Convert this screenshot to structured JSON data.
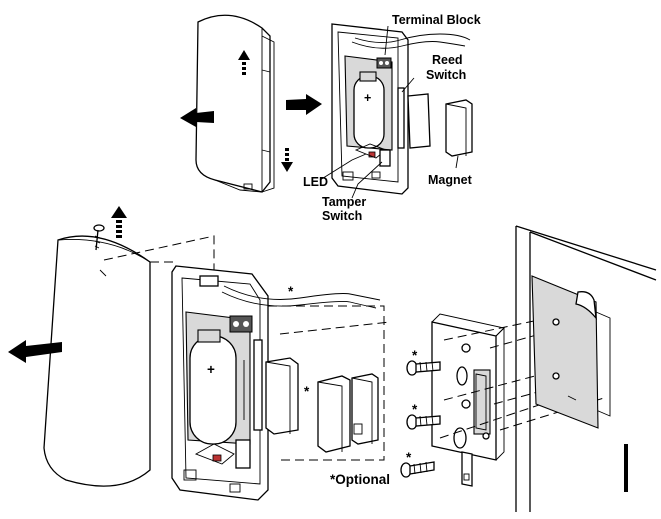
{
  "labels": {
    "terminal_block": "Terminal Block",
    "reed_switch_line1": "Reed",
    "reed_switch_line2": "Switch",
    "led": "LED",
    "magnet": "Magnet",
    "tamper_switch_line1": "Tamper",
    "tamper_switch_line2": "Switch",
    "optional": "*Optional",
    "asterisk": "*"
  },
  "colors": {
    "led_red": "#b33333",
    "panel_grey": "#d9d9d9",
    "line": "#000000"
  }
}
